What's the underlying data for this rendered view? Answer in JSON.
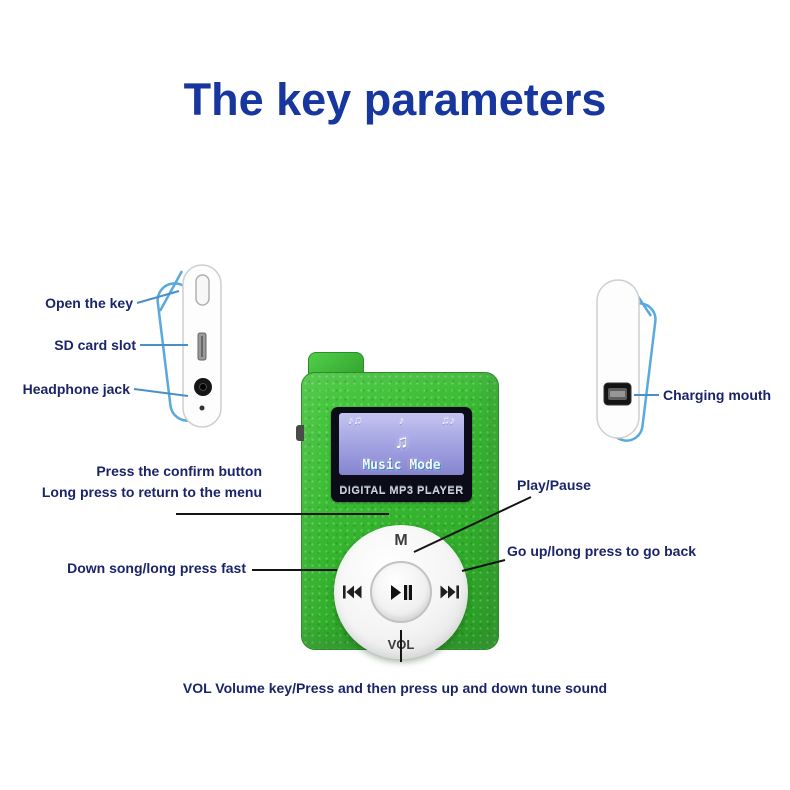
{
  "title": "The key parameters",
  "left_panel": {
    "open_key": "Open the key",
    "sd_slot": "SD card slot",
    "headphone": "Headphone jack"
  },
  "right_panel": {
    "charging": "Charging mouth"
  },
  "player": {
    "screen_mode": "Music Mode",
    "brand": "DIGITAL MP3 PLAYER",
    "menu_key": "M",
    "volume_key": "VOL",
    "notes_left": "♪♫",
    "note_center": "♪",
    "notes_right": "♫♪",
    "big_note": "♫",
    "icons": {
      "previous": "skip-previous-icon",
      "next": "skip-next-icon",
      "center": "play-pause-icon"
    },
    "colors": {
      "body_green": "#36b72f",
      "screen_purple": "#a0a0e1",
      "clip_blue": "#5aa9dd",
      "title_blue": "#17369e"
    }
  },
  "callouts": {
    "confirm_line1": "Press the confirm button",
    "confirm_line2": "Long press to return to the menu",
    "play_pause": "Play/Pause",
    "down_song": "Down song/long press fast",
    "go_up": "Go up/long press to go back",
    "volume": "VOL Volume key/Press and then press up and down tune sound"
  }
}
